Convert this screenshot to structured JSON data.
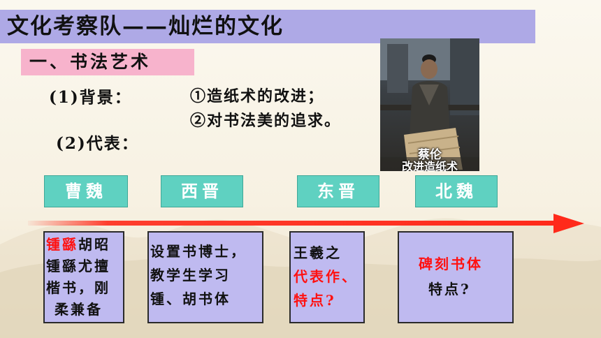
{
  "title": "文化考察队——灿烂的文化",
  "section": "一、书法艺术",
  "background": {
    "label": "(1)背景：",
    "items": [
      "①造纸术的改进；",
      "②对书法美的追求。"
    ]
  },
  "representatives_label": "(2)代表：",
  "photo": {
    "caption_line1": "蔡伦",
    "caption_line2": "改进造纸术"
  },
  "dynasties": [
    "曹魏",
    "西晋",
    "东晋",
    "北魏"
  ],
  "cards": {
    "caowei": {
      "red": "锺繇",
      "rest1": "胡昭",
      "line2": "锺繇尤擅",
      "line3": "楷书，刚",
      "line4": "柔兼备"
    },
    "xijin": {
      "line1": "设置书博士，",
      "line2": "教学生学习",
      "line3": "锺、胡书体"
    },
    "dongjin": {
      "line1": "王羲之",
      "red1": "代表作、",
      "red2": "特点?"
    },
    "beiwei": {
      "red": "碑刻书体",
      "line2": "特点?"
    }
  },
  "colors": {
    "title_bar": "#aea9e6",
    "section_bar": "#f7b3cc",
    "dynasty_box": "#5fd1c1",
    "card": "#bfbaf0",
    "arrow": "#ff2a1a",
    "highlight_text": "#ff1111"
  }
}
